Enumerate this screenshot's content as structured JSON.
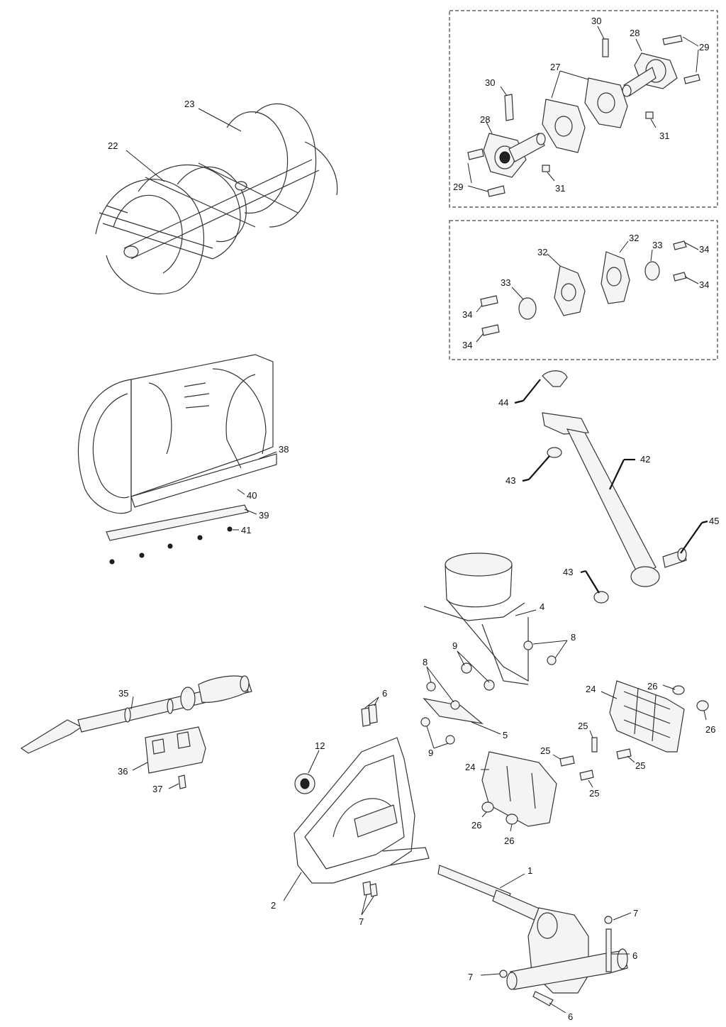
{
  "callouts": {
    "c1": "1",
    "c2": "2",
    "c4": "4",
    "c5": "5",
    "c6a": "6",
    "c6b": "6",
    "c6c": "6",
    "c7a": "7",
    "c7b": "7",
    "c7c": "7",
    "c8a": "8",
    "c8b": "8",
    "c9a": "9",
    "c9b": "9",
    "c12": "12",
    "c22": "22",
    "c23": "23",
    "c24a": "24",
    "c24b": "24",
    "c25a": "25",
    "c25b": "25",
    "c25c": "25",
    "c25d": "25",
    "c26a": "26",
    "c26b": "26",
    "c26c": "26",
    "c26d": "26",
    "c27": "27",
    "c28a": "28",
    "c28b": "28",
    "c29a": "29",
    "c29b": "29",
    "c30a": "30",
    "c30b": "30",
    "c31a": "31",
    "c31b": "31",
    "c32a": "32",
    "c32b": "32",
    "c33a": "33",
    "c33b": "33",
    "c34a": "34",
    "c34b": "34",
    "c34c": "34",
    "c34d": "34",
    "c35": "35",
    "c36": "36",
    "c37": "37",
    "c38": "38",
    "c39": "39",
    "c40": "40",
    "c41": "41",
    "c42": "42",
    "c43a": "43",
    "c43b": "43",
    "c44": "44",
    "c45": "45"
  }
}
